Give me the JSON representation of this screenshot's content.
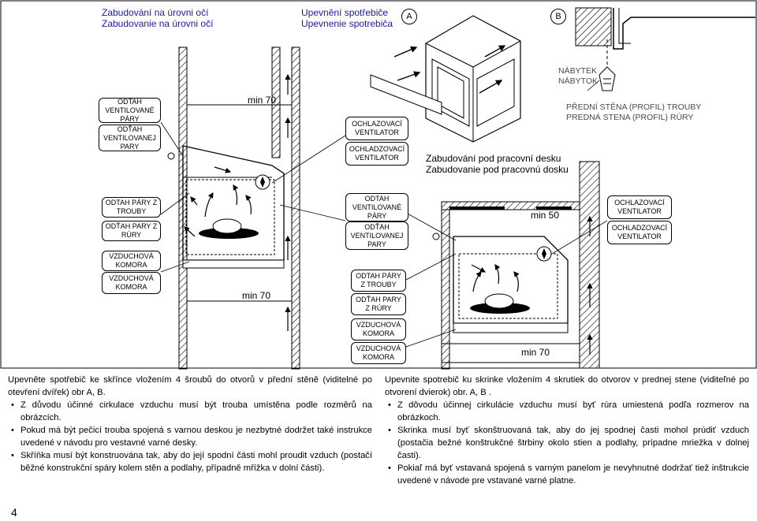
{
  "headers": {
    "level_title_cz": "Zabudování na úrovni očí",
    "level_title_sk": "Zabudovanie na úrovni očí",
    "fix_title_cz": "Upevnění spotřebiče",
    "fix_title_sk": "Upevnenie spotrebiča",
    "marker_a": "A",
    "marker_b": "B",
    "under_title_cz": "Zabudování pod pracovní desku",
    "under_title_sk": "Zabudovanie pod pracovnú dosku"
  },
  "labels": {
    "odtah_vent_cz": "ODTAH VENTILOVANÉ PÁRY",
    "odtah_vent_sk": "ODŤAH VENTILOVANEJ PARY",
    "odtah_pary_cz": "ODTAH PÁRY Z TROUBY",
    "odtah_pary_sk": "ODŤAH PARY Z RÚRY",
    "vzduch_cz": "VZDUCHOVÁ KOMORA",
    "vzduch_sk": "VZDUCHOVÁ KOMORA",
    "chlad_cz": "OCHLAZOVACÍ VENTILATOR",
    "chlad_sk": "OCHLADZOVACÍ VENTILATOR",
    "nabytek_cz": "NÁBYTEK",
    "nabytek_sk": "NÁBYTOK",
    "predni_cz": "PŘEDNÍ STĚNA (PROFIL) TROUBY",
    "predni_sk": "PREDNÁ STENA (PROFIL) RÚRY"
  },
  "min_labels": {
    "top_left": "min 70",
    "bottom_left": "min 70",
    "top_right": "min 50",
    "bottom_right": "min 70"
  },
  "text_cz": {
    "intro": "Upevněte spotřebič ke skřínce vložením 4 šroubů do otvorů v přední stěně (viditelné po otevření dvířek) obr A, B.",
    "bullets": [
      "Z důvodu účinné cirkulace vzduchu musí být trouba umístěna podle rozměrů na obrázcích.",
      "Pokud má být pečicí trouba spojená s varnou deskou je nezbytné dodržet také instrukce uvedené v návodu pro vestavné varné desky.",
      "Skříňka musí být konstruována tak, aby do její spodní části mohl proudit vzduch (postačí běžné konstrukční spáry kolem stěn a podlahy, případně mřížka v dolní části)."
    ]
  },
  "text_sk": {
    "intro": "Upevnite spotrebič ku skrinke vložením 4 skrutiek do otvorov v prednej stene (viditeľné po otvorení dvierok) obr. A, B .",
    "bullets": [
      "Z dôvodu účinnej cirkulácie vzduchu musí byť rúra umiestená podľa rozmerov na obrázkoch.",
      "Skrinka musí byť skonštruovaná tak, aby do jej spodnej časti mohol prúdiť vzduch (postačia bežné konštrukčné štrbiny okolo stien a podlahy, prípadne mriežka v dolnej časti).",
      "Pokiaľ má byť vstavaná spojená s varným panelom je nevyhnutné dodržať tiež inštrukcie uvedené v návode pre vstavané varné platne."
    ]
  },
  "page_number": "4"
}
